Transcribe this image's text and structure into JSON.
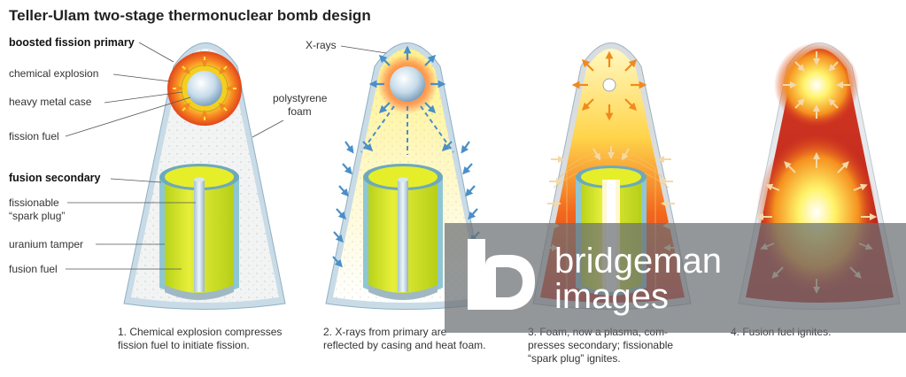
{
  "title": "Teller-Ulam two-stage thermonuclear bomb design",
  "labels": {
    "boosted_fission_primary": "boosted fission primary",
    "chemical_explosion": "chemical explosion",
    "heavy_metal_case": "heavy metal case",
    "fission_fuel": "fission fuel",
    "polystyrene_foam_1": "polystyrene",
    "polystyrene_foam_2": "foam",
    "fusion_secondary": "fusion secondary",
    "fissionable_1": "fissionable",
    "fissionable_2": "“spark plug”",
    "uranium_tamper": "uranium tamper",
    "fusion_fuel": "fusion fuel",
    "x_rays": "X-rays"
  },
  "captions": {
    "step1_line1": "1. Chemical explosion compresses",
    "step1_line2": "fission fuel to initiate fission.",
    "step2_line1": "2. X-rays from primary are",
    "step2_line2": "reflected by casing and heat foam.",
    "step3_line1": "3. Foam, now a plasma, com-",
    "step3_line2": "presses secondary; fissionable",
    "step3_line3": "“spark plug” ignites.",
    "step4_line1": "4. Fusion fuel ignites."
  },
  "watermark": {
    "line1": "bridgeman",
    "line2": "images"
  },
  "colors": {
    "casing": "#c9dbe6",
    "foam": "#f2f4f4",
    "fusion_fuel": "#d7e21a",
    "tamper": "#8fc6d3",
    "arrow_blue": "#4a8fc8",
    "arrow_orange": "#f08a1c",
    "plasma_red": "#c8281e",
    "fire_yellow": "#fff36a"
  }
}
